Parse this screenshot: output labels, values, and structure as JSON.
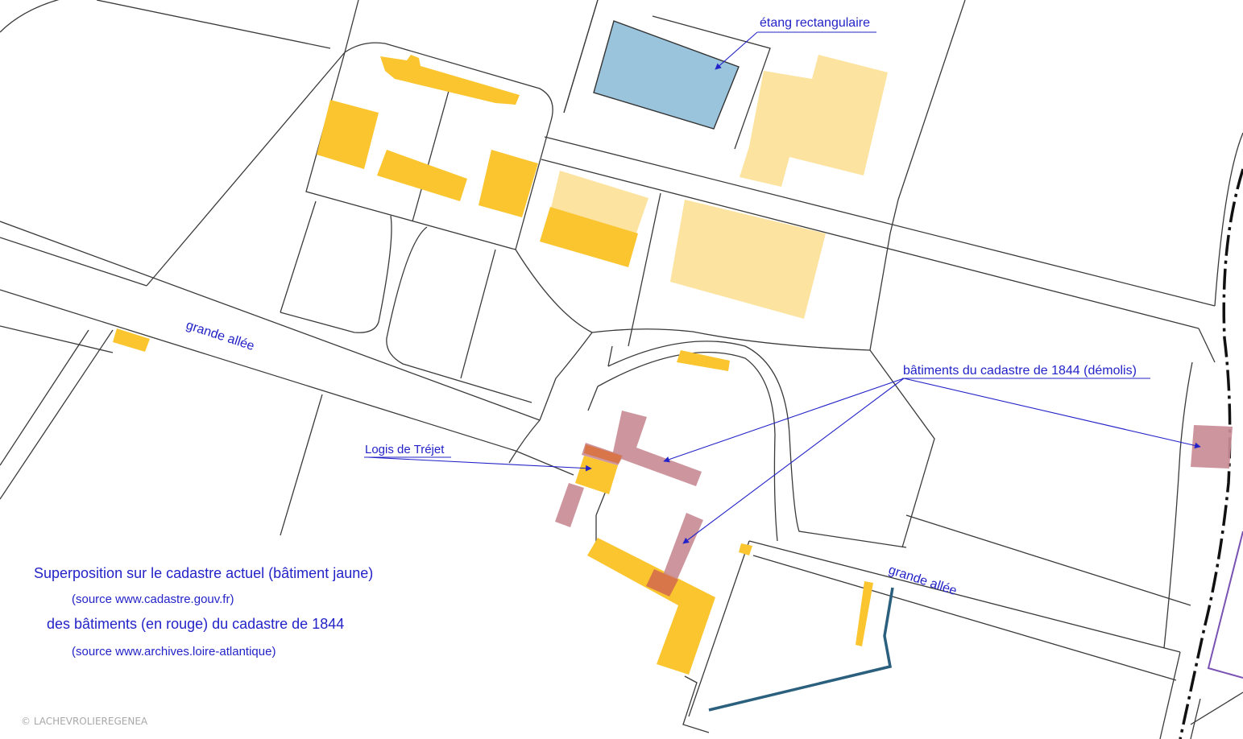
{
  "labels": {
    "pond": "étang rectangulaire",
    "alley_west": "grande allée",
    "alley_east": "grande allée",
    "old_buildings": "bâtiments du cadastre de 1844 (démolis)",
    "logis": "Logis de Tréjet"
  },
  "caption": {
    "line1": "Superposition sur le cadastre actuel (bâtiment jaune)",
    "line2": "(source www.cadastre.gouv.fr)",
    "line3": "des bâtiments (en rouge) du cadastre de 1844",
    "line4": "(source www.archives.loire-atlantique)"
  },
  "copyright": "© LACHEVROLIEREGENEA",
  "colors": {
    "current_building": "#fbc52f",
    "current_building_light": "#fde3a0",
    "old_building_1844": "#c98c96",
    "overlap": "#d8764a",
    "pond": "#9ac3dc",
    "annotation": "#2323c8",
    "parcel_line": "#333333",
    "boundary_teal": "#2b5f7e",
    "boundary_purple": "#7a52b3"
  },
  "icons": {
    "arrow": "arrow-pointer-icon"
  }
}
